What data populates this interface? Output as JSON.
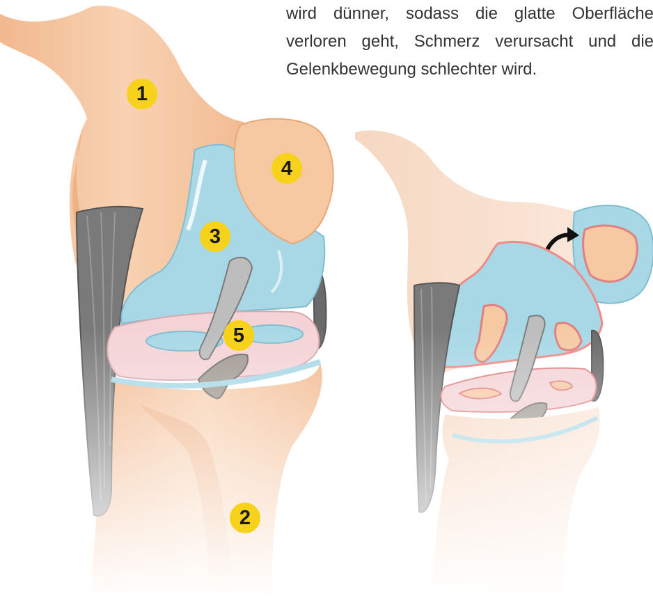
{
  "caption": {
    "line1": "wird dünner, sodass die glatte Oberfläche",
    "line2": "verloren geht, Schmerz verursacht und die",
    "line3": "Gelenkbewegung schlechter wird."
  },
  "labels": {
    "femur": "1",
    "tibia": "2",
    "cartilage": "3",
    "patella": "4",
    "meniscus": "5"
  },
  "colors": {
    "bone": "#f6c9a3",
    "bone_dark": "#eaa676",
    "cartilage": "#a8d8e6",
    "cartilage_edge": "#7fbdd0",
    "meniscus": "#f4d3d6",
    "ligament": "#777777",
    "marker": "#f7d21a",
    "inflammation": "#f08a86"
  }
}
